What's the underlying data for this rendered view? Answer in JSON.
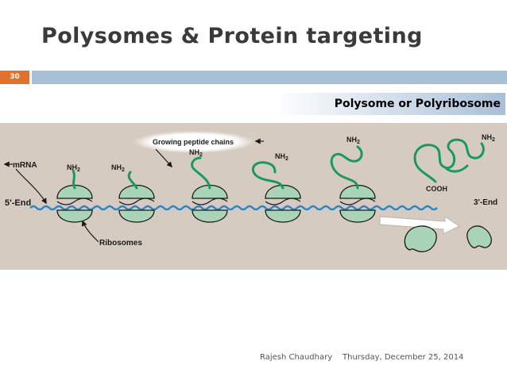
{
  "slide": {
    "title": "Polysomes & Protein targeting",
    "slide_number": "30",
    "subtitle": "Polysome or Polyribosome"
  },
  "figure": {
    "labels": {
      "mrna": "mRNA",
      "five_end": "5'-End",
      "three_end": "3'-End",
      "growing_chains": "Growing peptide chains",
      "ribosomes": "Ribosomes",
      "nh2": "NH",
      "nh2_subscript": "2",
      "cooh": "COOH"
    },
    "colors": {
      "background": "#d6cbc0",
      "ribosome": "#a9d4b7",
      "ribosome_outline": "#1a1a1a",
      "chain": "#1a9a5a",
      "mrna_wave": "#2a86c8"
    }
  },
  "footer": {
    "author": "Rajesh Chaudhary",
    "date": "Thursday, December 25, 2014"
  }
}
